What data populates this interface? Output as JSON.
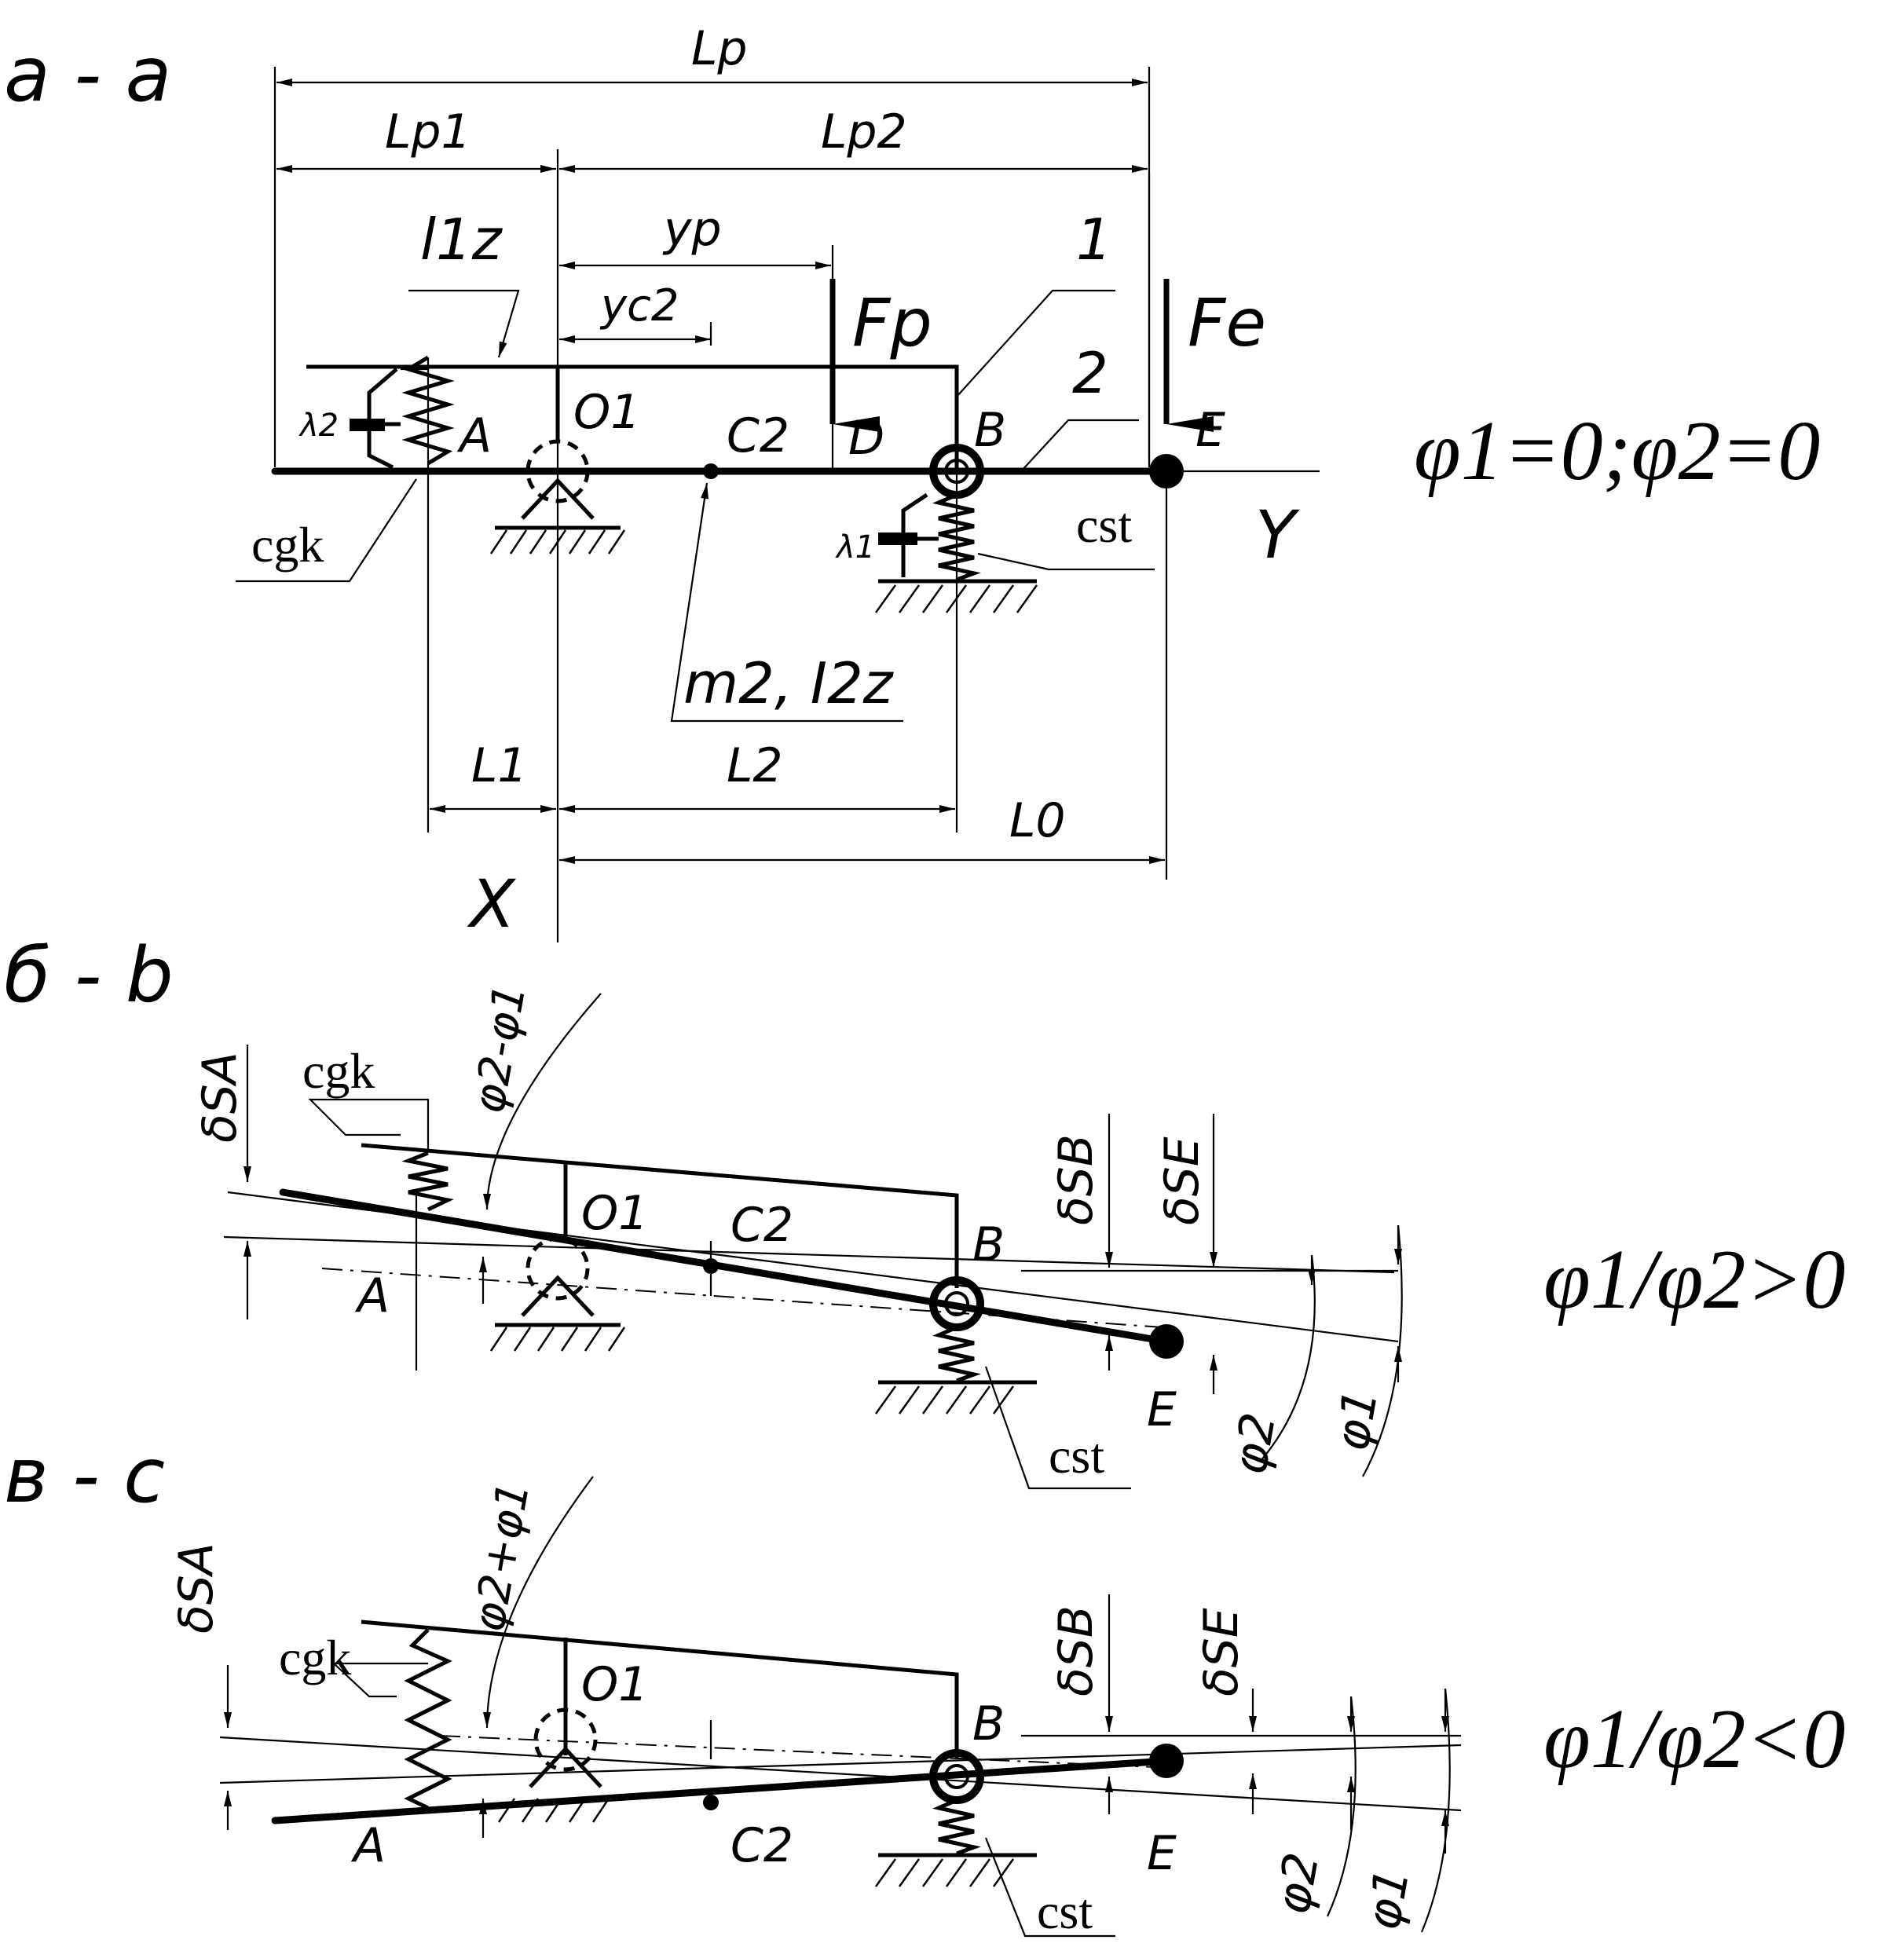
{
  "panels": {
    "a": {
      "caption": "а - a",
      "condition": "φ1=0;φ2=0"
    },
    "b": {
      "caption": "б - b",
      "condition": "φ1/φ2>0"
    },
    "c": {
      "caption": "в - c",
      "condition": "φ1/φ2<0"
    }
  },
  "labels": {
    "Lp": "Lp",
    "Lp1": "Lp1",
    "Lp2": "Lp2",
    "l1z": "l1z",
    "yp": "yp",
    "yc2": "yc2",
    "Fp": "Fp",
    "Fe": "Fe",
    "one": "1",
    "two": "2",
    "lambda2": "λ2",
    "lambda1": "λ1",
    "A": "A",
    "O1": "O1",
    "C2": "C2",
    "D": "D",
    "B": "B",
    "E": "E",
    "Y": "Y",
    "X": "X",
    "cgk": "cgk",
    "cst": "cst",
    "m2_i2z": "m2, I2z",
    "L1": "L1",
    "L2": "L2",
    "L0": "L0",
    "dSA": "δSA",
    "dSB": "δSB",
    "dSE": "δSE",
    "phi2_minus_phi1": "φ2-φ1",
    "phi2_plus_phi1": "φ2+φ1",
    "phi1": "φ1",
    "phi2": "φ2"
  }
}
